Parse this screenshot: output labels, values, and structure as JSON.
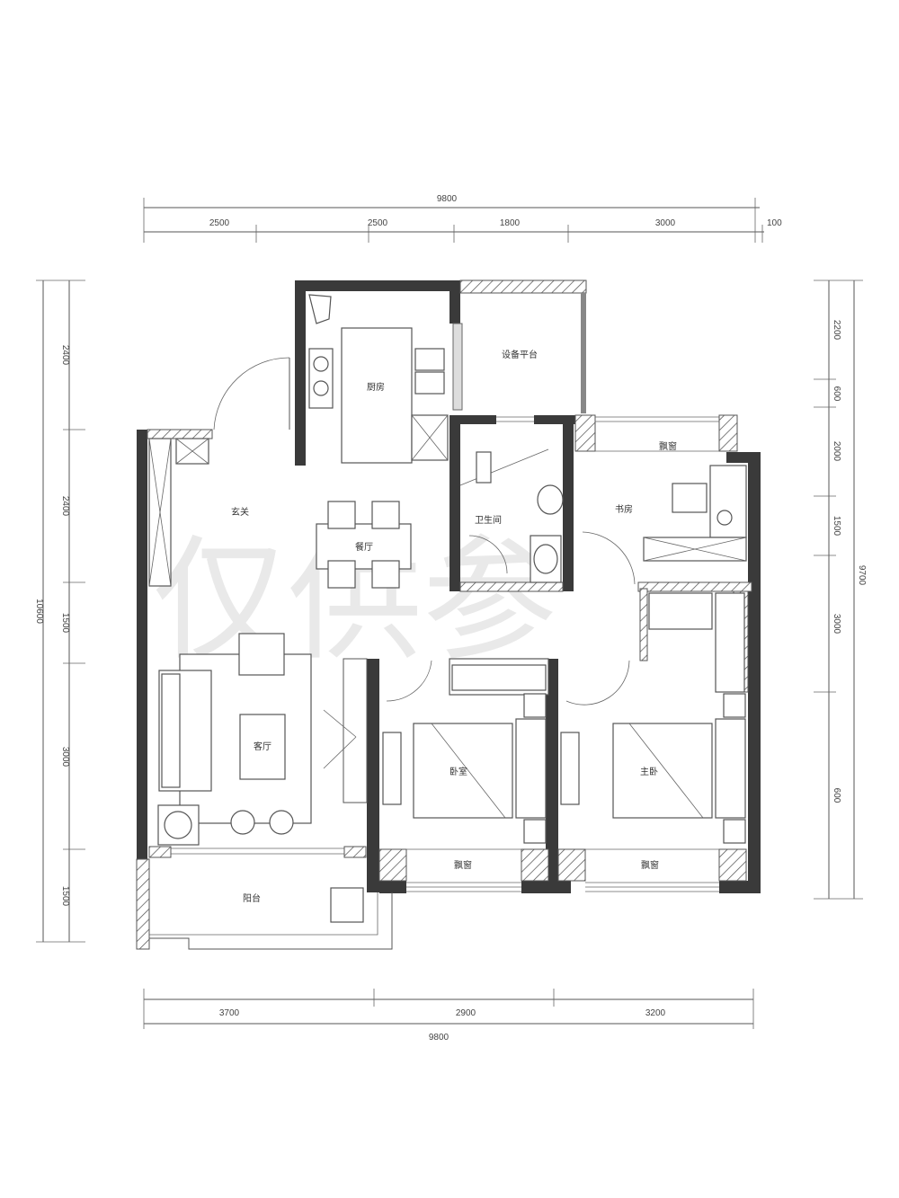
{
  "plan": {
    "watermark": "仅供参",
    "dimensions": {
      "top_total": "9800",
      "top_segments": [
        "2500",
        "2500",
        "1800",
        "3000",
        "100"
      ],
      "bottom_segments": [
        "3700",
        "2900",
        "3200"
      ],
      "bottom_total": "9800",
      "left_total": "10600",
      "left_segments": [
        "2400",
        "2400",
        "1500",
        "3000",
        "1500"
      ],
      "right_total": "9700",
      "right_segments": [
        "2200",
        "600",
        "2000",
        "1500",
        "3000",
        "600"
      ]
    },
    "rooms": {
      "kitchen": "厨房",
      "equipment_platform": "设备平台",
      "bathroom": "卫生间",
      "study": "书房",
      "study_bay_window": "飘窗",
      "entrance": "玄关",
      "dining": "餐厅",
      "living": "客厅",
      "balcony": "阳台",
      "bedroom": "卧室",
      "master_bedroom": "主卧",
      "bedroom_bay_window": "飘窗",
      "master_bay_window": "飘窗"
    }
  }
}
